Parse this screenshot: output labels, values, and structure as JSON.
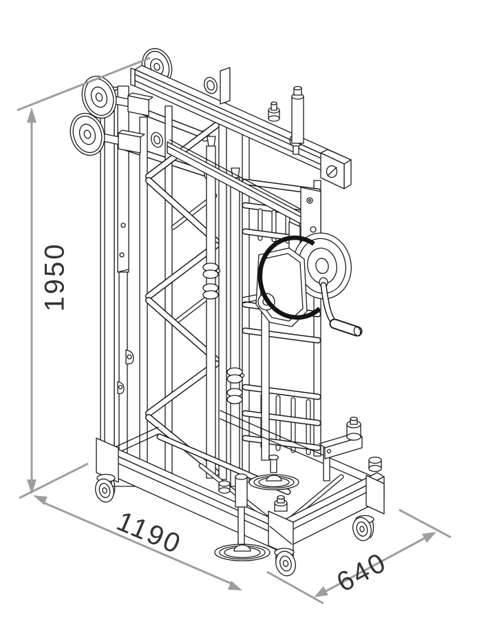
{
  "figure": {
    "kind": "technical-line-drawing",
    "subject": "folded truss lifting tower on wheeled base",
    "background_color": "#ffffff",
    "line_color": "#1a1a1a",
    "cable_color": "#141414"
  },
  "dimensions": {
    "color": "#9e9e9e",
    "text_color": "#333333",
    "height": {
      "value": "1950"
    },
    "width": {
      "value": "1190"
    },
    "depth": {
      "value": "640"
    }
  }
}
